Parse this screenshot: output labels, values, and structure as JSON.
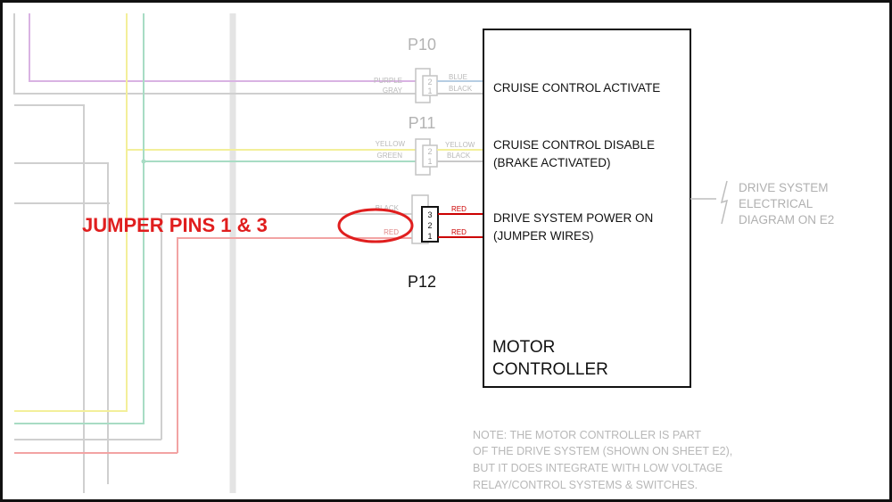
{
  "connectors": {
    "p10": {
      "name": "P10",
      "pins": [
        "2",
        "1"
      ],
      "left_wires": [
        "PURPLE",
        "GRAY"
      ],
      "right_wires": [
        "BLUE",
        "BLACK"
      ],
      "function": "CRUISE CONTROL ACTIVATE"
    },
    "p11": {
      "name": "P11",
      "pins": [
        "2",
        "1"
      ],
      "left_wires": [
        "YELLOW",
        "GREEN"
      ],
      "right_wires": [
        "YELLOW",
        "BLACK"
      ],
      "function_line1": "CRUISE CONTROL DISABLE",
      "function_line2": "(BRAKE ACTIVATED)"
    },
    "p12": {
      "name": "P12",
      "pins": [
        "3",
        "2",
        "1"
      ],
      "left_wires": [
        "BLACK",
        "RED"
      ],
      "right_wires": [
        "RED",
        "RED"
      ],
      "function_line1": "DRIVE SYSTEM POWER ON",
      "function_line2": "(JUMPER WIRES)"
    }
  },
  "jumper_callout": "JUMPER PINS 1 & 3",
  "controller": {
    "line1": "MOTOR",
    "line2": "CONTROLLER"
  },
  "side_note": [
    "DRIVE SYSTEM",
    "ELECTRICAL",
    "DIAGRAM ON E2"
  ],
  "note": [
    "NOTE:  THE MOTOR CONTROLLER IS PART",
    "OF THE DRIVE SYSTEM (SHOWN ON SHEET E2),",
    "BUT IT DOES INTEGRATE WITH LOW VOLTAGE",
    "RELAY/CONTROL SYSTEMS & SWITCHES."
  ],
  "colors": {
    "purple": "#d9b3e3",
    "yellow": "#f3ef9a",
    "green": "#a8dcc4",
    "gray": "#c9c9c9",
    "red_wire": "#f2a3a3",
    "red_callout": "#e01e1e"
  }
}
